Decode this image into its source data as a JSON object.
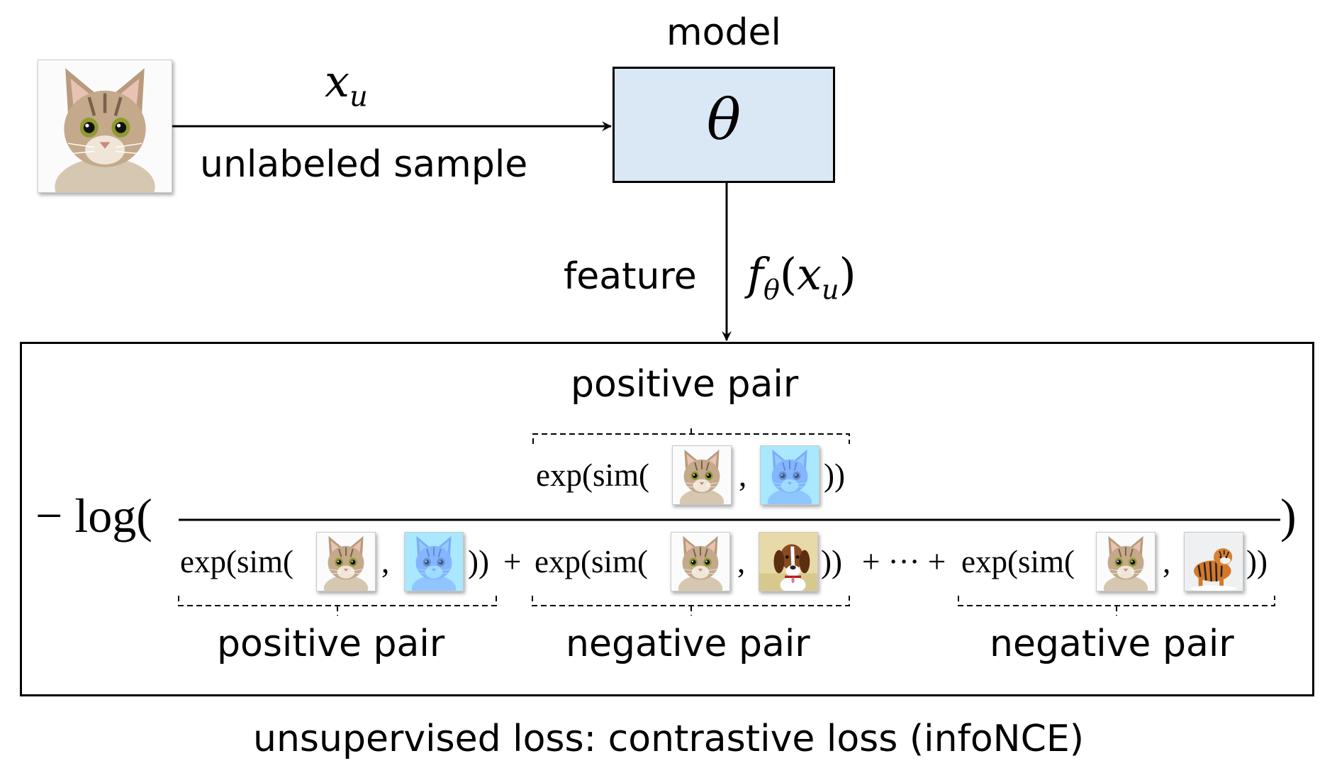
{
  "model_label": "model",
  "model_param": "θ",
  "input_symbol": "x",
  "input_subscript": "u",
  "input_caption": "unlabeled sample",
  "feature_label": "feature",
  "feature_expr": {
    "f": "f",
    "sub": "θ",
    "open": "(",
    "x": "x",
    "x_sub": "u",
    "close": ")"
  },
  "loss": {
    "prefix": "− log(",
    "suffix": ")",
    "exp_open": "exp(sim(",
    "comma": ",",
    "exp_close": "))",
    "plus": "+",
    "ellipsis_plus": "+ ··· +",
    "numerator_label": "positive pair",
    "denominator_labels": [
      "positive pair",
      "negative pair",
      "negative pair"
    ]
  },
  "caption": "unsupervised loss: contrastive loss (infoNCE)",
  "images": {
    "anchor": "cat-photo",
    "augmented": "cat-augmented-blue-photo",
    "negatives": [
      "beagle-dog-photo",
      "tiger-photo"
    ]
  },
  "colors": {
    "model_fill": "#dae8f5",
    "stroke": "#000000",
    "augmented_tint": "#7d9ccc"
  }
}
